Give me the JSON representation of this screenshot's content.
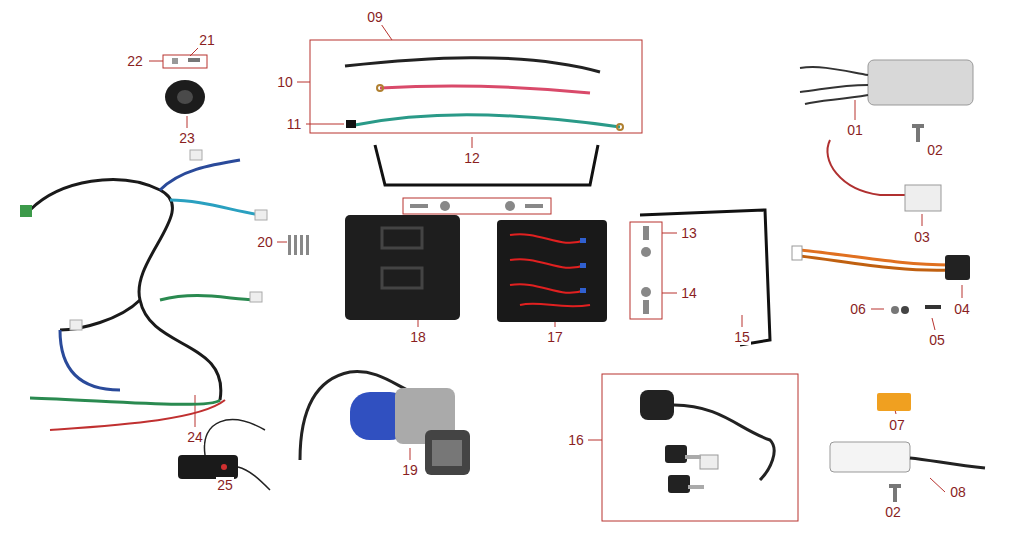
{
  "diagram": {
    "labels": [
      "22",
      "21",
      "23",
      "09",
      "10",
      "11",
      "12",
      "01",
      "02",
      "03",
      "20",
      "13",
      "14",
      "18",
      "17",
      "15",
      "04",
      "06",
      "05",
      "07",
      "16",
      "19",
      "24",
      "25",
      "02",
      "08"
    ]
  }
}
